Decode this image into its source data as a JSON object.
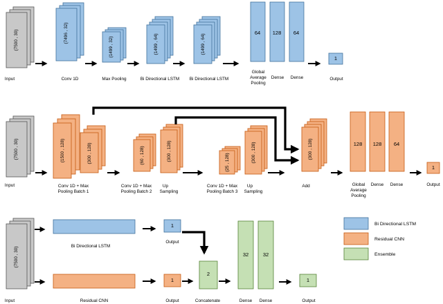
{
  "colors": {
    "input": "#c8c8c8",
    "lstm": "#9dc3e6",
    "cnn": "#f4b183",
    "ensemble": "#c5e0b4",
    "arrow": "#000000"
  },
  "row1": {
    "input_shape": "(7500 , 30)",
    "input_label": "Input",
    "conv_shape": "(7496 , 32)",
    "conv_label": "Conv 1D",
    "pool_shape": "(1499 , 32)",
    "pool_label": "Max Pooling",
    "lstm1_shape": "(1499 , 64)",
    "lstm1_label": "Bi Directional LSTM",
    "lstm2_shape": "(1499 , 64)",
    "lstm2_label": "Bi Directional LSTM",
    "gap_value": "64",
    "gap_label_1": "Global",
    "gap_label_2": "Average",
    "gap_label_3": "Pooling",
    "dense1_value": "128",
    "dense1_label": "Dense",
    "dense2_value": "64",
    "dense2_label": "Dense",
    "output_value": "1",
    "output_label": "Output"
  },
  "row2": {
    "input_shape": "(7500 , 30)",
    "input_label": "Input",
    "cb1_shape_a": "(1500 , 128)",
    "cb1_shape_b": "(300 , 128)",
    "cb1_label_1": "Conv 1D + Max",
    "cb1_label_2": "Pooling Batch 1",
    "cb2_shape": "(60 , 128)",
    "cb2_label_1": "Conv 1D + Max",
    "cb2_label_2": "Pooling Batch 2",
    "up1_shape": "(300 , 128)",
    "up1_label_1": "Up",
    "up1_label_2": "Sampling",
    "cb3_shape": "(25 , 128)",
    "cb3_label_1": "Conv 1D + Max",
    "cb3_label_2": "Pooling Batch 3",
    "up2_shape": "(300 , 128)",
    "up2_label_1": "Up",
    "up2_label_2": "Sampling",
    "add_shape": "(300 , 128)",
    "add_label": "Add",
    "gap_value": "128",
    "gap_label_1": "Global",
    "gap_label_2": "Average",
    "gap_label_3": "Pooling",
    "dense1_value": "128",
    "dense1_label": "Dense",
    "dense2_value": "64",
    "dense2_label": "Dense",
    "output_value": "1",
    "output_label": "Output"
  },
  "row3": {
    "input_shape": "(7500 , 30)",
    "input_label": "Input",
    "lstm_label": "Bi Directional LSTM",
    "cnn_label": "Residual CNN",
    "lstm_out_value": "1",
    "lstm_out_label": "Output",
    "cnn_out_value": "1",
    "cnn_out_label": "Output",
    "concat_value": "2",
    "concat_label": "Concatenate",
    "dense1_value": "32",
    "dense1_label": "Dense",
    "dense2_value": "32",
    "dense2_label": "Dense",
    "final_value": "1",
    "final_label": "Output"
  },
  "legend": {
    "lstm": "Bi Directional LSTM",
    "cnn": "Residual CNN",
    "ensemble": "Ensemble"
  }
}
